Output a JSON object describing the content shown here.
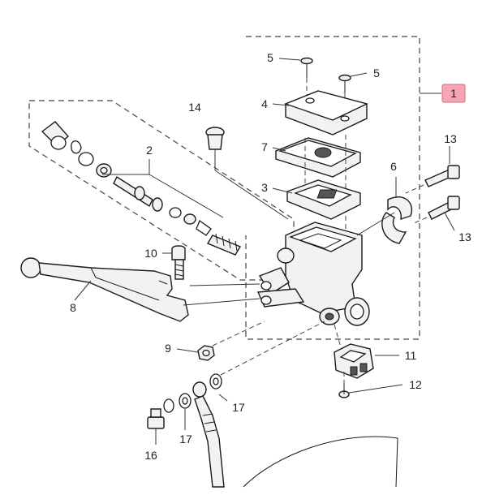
{
  "callouts": {
    "c1": "1",
    "c2": "2",
    "c3": "3",
    "c4": "4",
    "c5a": "5",
    "c5b": "5",
    "c6": "6",
    "c7": "7",
    "c8": "8",
    "c9": "9",
    "c10": "10",
    "c11": "11",
    "c12": "12",
    "c13a": "13",
    "c13b": "13",
    "c14": "14",
    "c16": "16",
    "c17a": "17",
    "c17b": "17"
  },
  "colors": {
    "highlight_badge": "#f4a6b4"
  }
}
